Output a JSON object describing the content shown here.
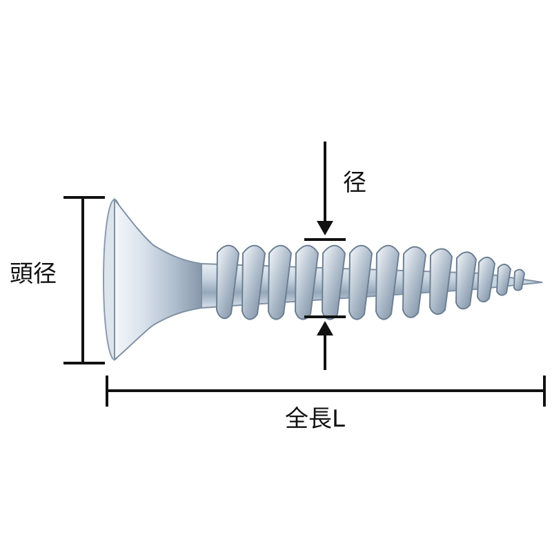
{
  "labels": {
    "head_diameter": "頭径",
    "diameter": "径",
    "total_length": "全長L"
  },
  "colors": {
    "ink": "#111111",
    "metal_light": "#eef3f8",
    "metal_mid": "#b9c7d6",
    "metal_dark": "#6d7f93"
  }
}
